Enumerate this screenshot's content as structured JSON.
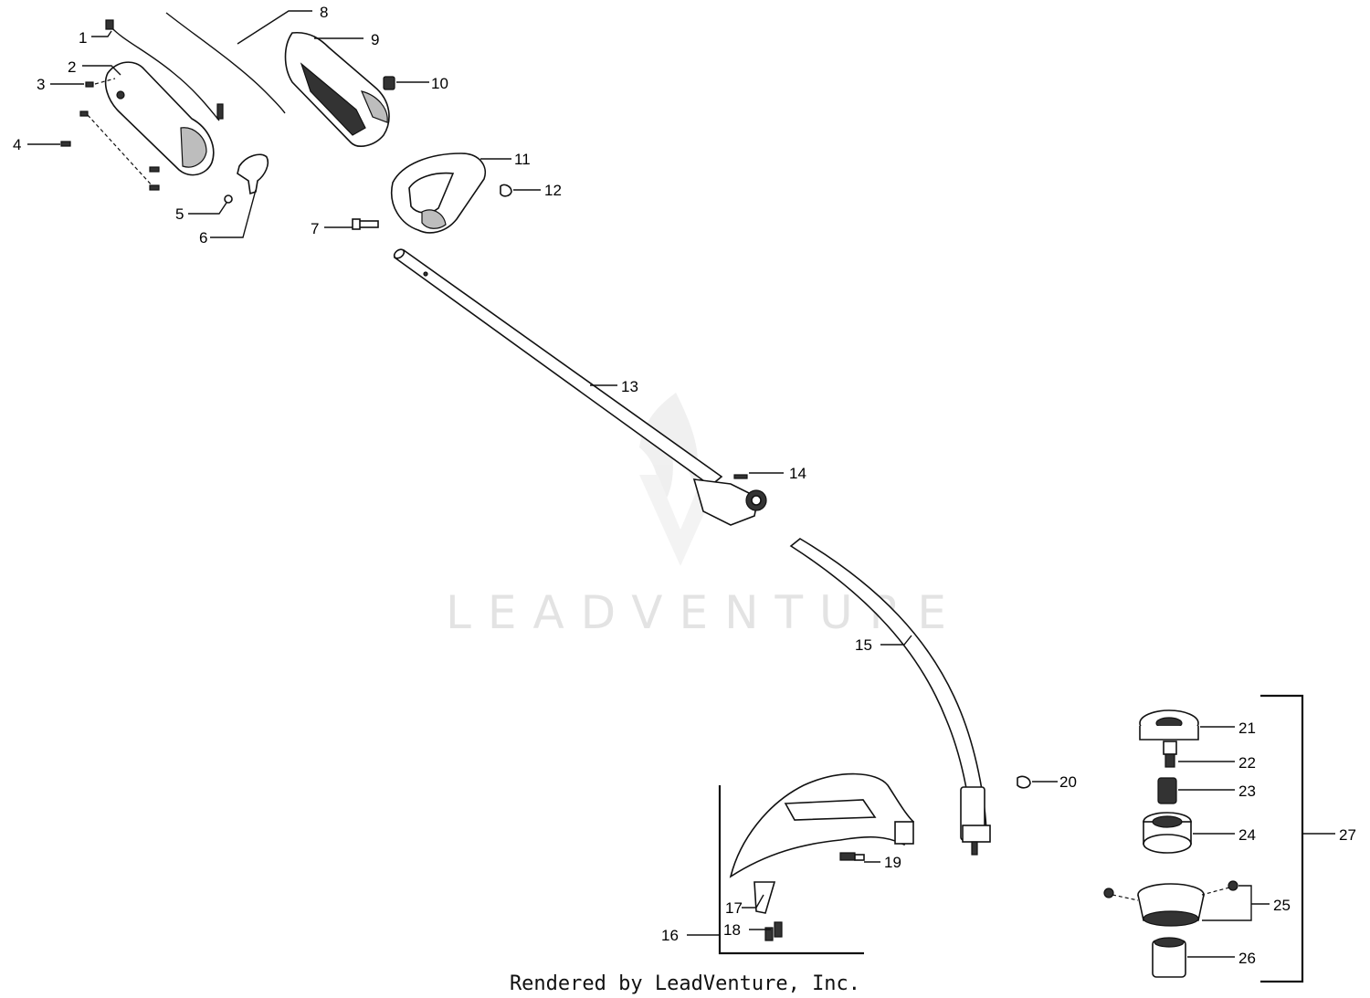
{
  "diagram": {
    "watermark": "LEADVENTURE",
    "footer": "Rendered by LeadVenture, Inc.",
    "callouts": [
      "1",
      "2",
      "3",
      "4",
      "5",
      "6",
      "7",
      "8",
      "9",
      "10",
      "11",
      "12",
      "13",
      "14",
      "15",
      "16",
      "17",
      "18",
      "19",
      "20",
      "21",
      "22",
      "23",
      "24",
      "25",
      "26",
      "27"
    ]
  }
}
